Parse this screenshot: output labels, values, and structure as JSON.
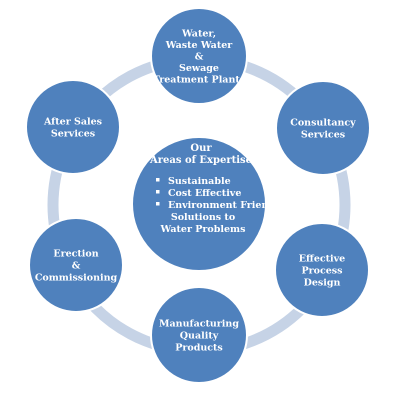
{
  "center": {
    "title_lines": [
      "Our",
      "Areas of Expertise"
    ],
    "bullets": [
      [
        "Sustainable"
      ],
      [
        "Cost Effective"
      ],
      [
        "Environment Friendly",
        "Solutions to",
        "Water Problems"
      ]
    ]
  },
  "nodes": [
    {
      "id": "water",
      "lines": [
        "Water,",
        "Waste Water",
        "&",
        "Sewage",
        "Treatment Plants"
      ]
    },
    {
      "id": "consultancy",
      "lines": [
        "Consultancy",
        "Services"
      ]
    },
    {
      "id": "process-design",
      "lines": [
        "Effective",
        "Process",
        "Design"
      ]
    },
    {
      "id": "manufacturing",
      "lines": [
        "Manufacturing",
        "Quality",
        "Products"
      ]
    },
    {
      "id": "erection",
      "lines": [
        "Erection",
        "&",
        "Commissioning"
      ]
    },
    {
      "id": "after-sales",
      "lines": [
        "After Sales",
        "Services"
      ]
    }
  ],
  "colors": {
    "circle_fill": "#4f81bd",
    "circle_stroke": "#ffffff",
    "ring": "#c6d3e6",
    "text": "#ffffff"
  }
}
